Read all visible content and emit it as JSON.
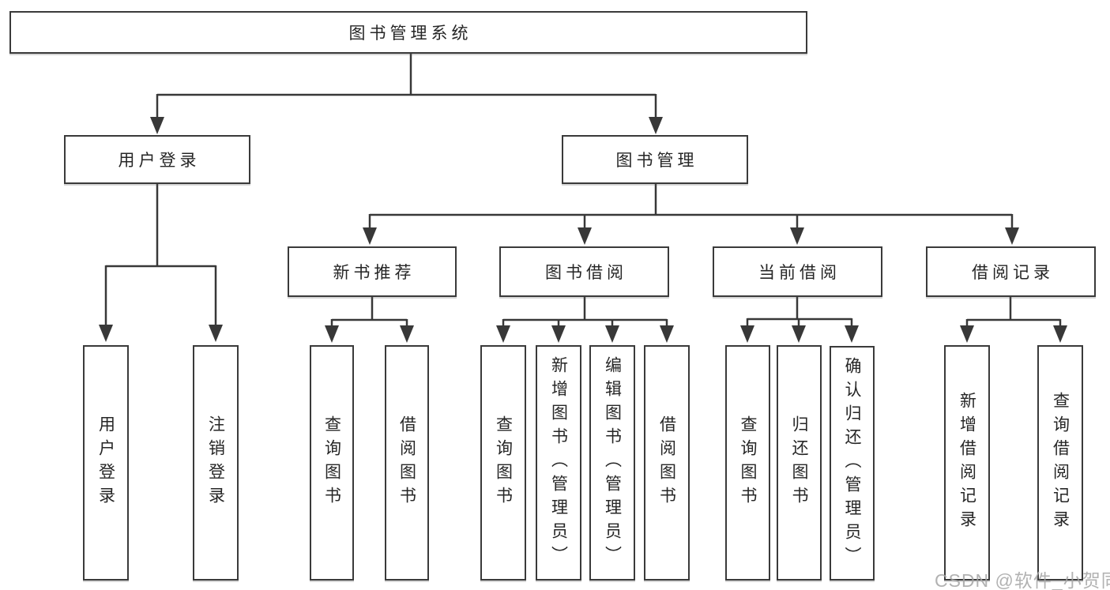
{
  "diagram": {
    "title_node": {
      "label": "图书管理系统"
    },
    "branches": {
      "user_login": {
        "label": "用户登录",
        "children": [
          {
            "label": "用户登录"
          },
          {
            "label": "注销登录"
          }
        ]
      },
      "book_management": {
        "label": "图书管理",
        "children": [
          {
            "label": "新书推荐",
            "children": [
              {
                "label": "查询图书"
              },
              {
                "label": "借阅图书"
              }
            ]
          },
          {
            "label": "图书借阅",
            "children": [
              {
                "label": "查询图书"
              },
              {
                "label": "新增图书（管理员）"
              },
              {
                "label": "编辑图书（管理员）"
              },
              {
                "label": "借阅图书"
              }
            ]
          },
          {
            "label": "当前借阅",
            "children": [
              {
                "label": "查询图书"
              },
              {
                "label": "归还图书"
              },
              {
                "label": "确认归还（管理员）"
              }
            ]
          },
          {
            "label": "借阅记录",
            "children": [
              {
                "label": "新增借阅记录"
              },
              {
                "label": "查询借阅记录"
              }
            ]
          }
        ]
      }
    }
  },
  "watermark": {
    "text": "CSDN @软件_小贺同学"
  },
  "colors": {
    "line": "#383838",
    "box_border": "#3a3a3a",
    "text": "#262626",
    "watermark": "#a4a4a4",
    "background": "#ffffff"
  }
}
